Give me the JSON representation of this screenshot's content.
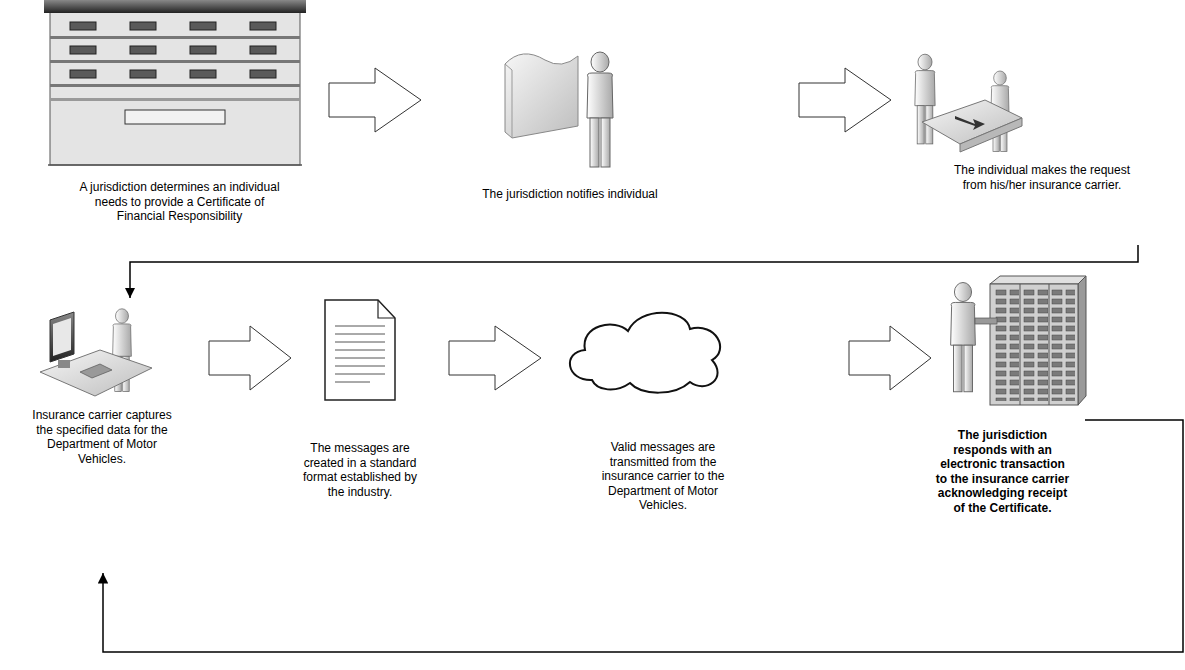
{
  "diagram": {
    "nodes": [
      {
        "text": [
          "A jurisdiction determines an individual needs to provide a Certificate of Financial Responsibility"
        ]
      },
      {
        "text": [
          "The jurisdiction notifies individual"
        ]
      },
      {
        "text": [
          "The individual makes the request from his/her insurance carrier."
        ]
      },
      {
        "text": [
          "Insurance carrier captures the specified data for the Department of Motor Vehicles."
        ]
      },
      {
        "text": [
          "The messages are created in a standard format established by the industry."
        ]
      },
      {
        "text": [
          "Valid messages are transmitted from the insurance carrier to the Department of Motor Vehicles."
        ]
      },
      {
        "text": [
          "The jurisdiction responds with an electronic transaction to the insurance carrier acknowledging receipt of the Certificate."
        ]
      }
    ],
    "edges": [
      {
        "from": 0,
        "to": 1,
        "arrow": "to"
      },
      {
        "from": 1,
        "to": 2,
        "arrow": "to"
      },
      {
        "from": 2,
        "to": 3,
        "arrow": "to"
      },
      {
        "from": 3,
        "to": 4,
        "arrow": "to"
      },
      {
        "from": 4,
        "to": 5,
        "arrow": "to"
      },
      {
        "from": 5,
        "to": 6,
        "arrow": "to"
      },
      {
        "from": 6,
        "to": 3,
        "arrow": "to"
      }
    ]
  }
}
